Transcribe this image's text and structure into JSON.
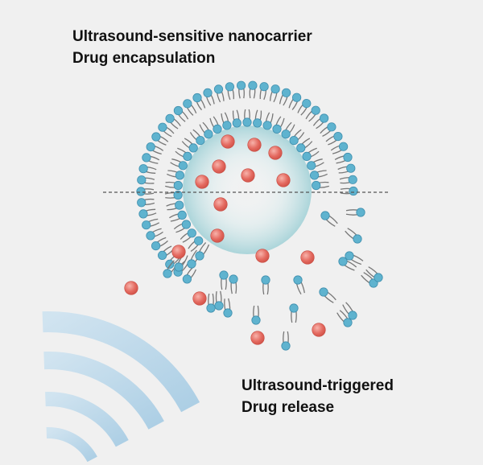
{
  "captions": {
    "top_line1": "Ultrasound-sensitive nanocarrier",
    "top_line2": "Drug encapsulation",
    "bottom_line1": "Ultrasound-triggered",
    "bottom_line2": "Drug release"
  },
  "colors": {
    "background": "#f0f0f0",
    "lipid_head": "#5fb3cf",
    "lipid_head_stroke": "#3f8fae",
    "lipid_tail": "#777777",
    "drug": "#e46a60",
    "drug_highlight": "#f5a79f",
    "core": "#bfe0e3",
    "ultrasound_wave": "#b9d8eb",
    "divider": "#555555"
  },
  "icons": {
    "lipid": "phospholipid-icon",
    "drug": "drug-molecule-icon",
    "wave": "ultrasound-wave-icon"
  }
}
